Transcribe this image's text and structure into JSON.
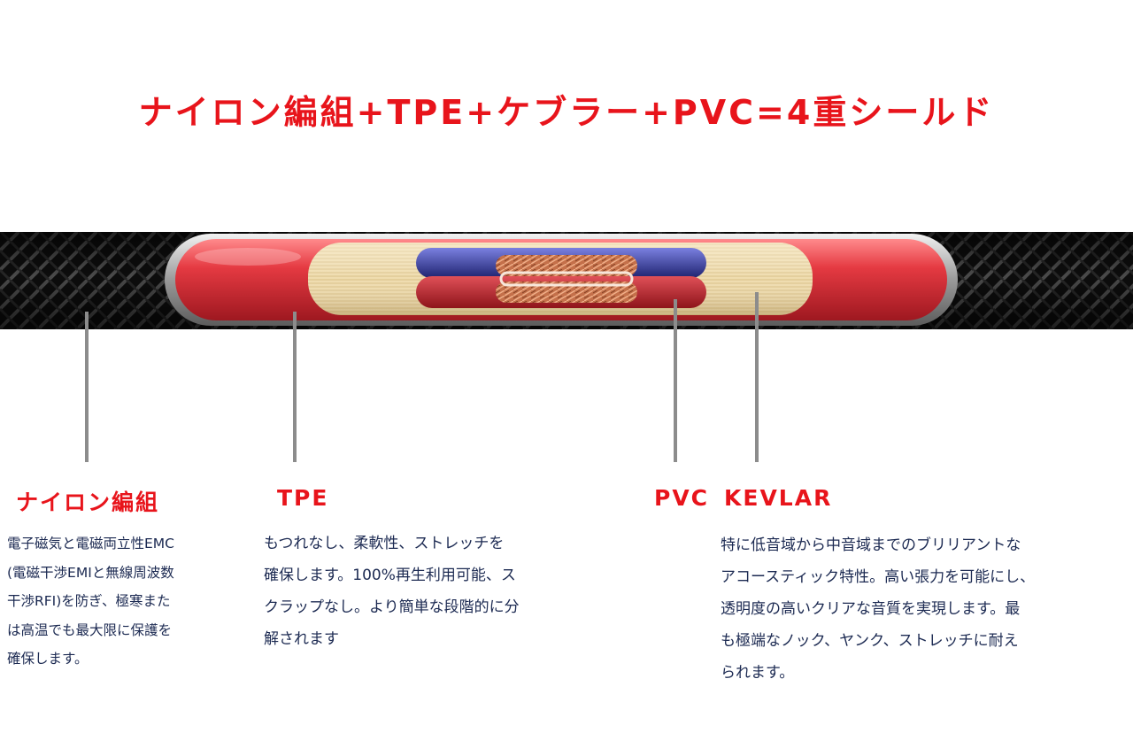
{
  "headline": "ナイロン編組+TPE+ケブラー+PVC=4重シールド",
  "colors": {
    "accent_red": "#e8141b",
    "text_navy": "#1c2a52",
    "braid_black": "#111111",
    "tpe_red": "#d8303a",
    "kevlar_cream": "#efdcae",
    "pvc_red": "#c41f28",
    "pvc_blue": "#2a2f8f",
    "copper": "#c4704a",
    "pointer_gray": "#8c8c8c"
  },
  "layers": [
    {
      "id": "nylon",
      "label": "ナイロン編組",
      "description": "電子磁気と電磁両立性EMC\n(電磁干渉EMIと無線周波数\n干渉RFI)を防ぎ、極寒また\nは高温でも最大限に保護を\n確保します。"
    },
    {
      "id": "tpe",
      "label": "TPE",
      "description": "もつれなし、柔軟性、ストレッチを\n確保します。100%再生利用可能、ス\nクラップなし。より簡単な段階的に分\n解されます"
    },
    {
      "id": "pvc",
      "label": "PVC",
      "description": ""
    },
    {
      "id": "kevlar",
      "label": "KEVLAR",
      "description": "特に低音域から中音域までのブリリアントな\nアコースティック特性。高い張力を可能にし、\n透明度の高いクリアな音質を実現します。最\nも極端なノック、ヤンク、ストレッチに耐え\nられます。"
    }
  ]
}
